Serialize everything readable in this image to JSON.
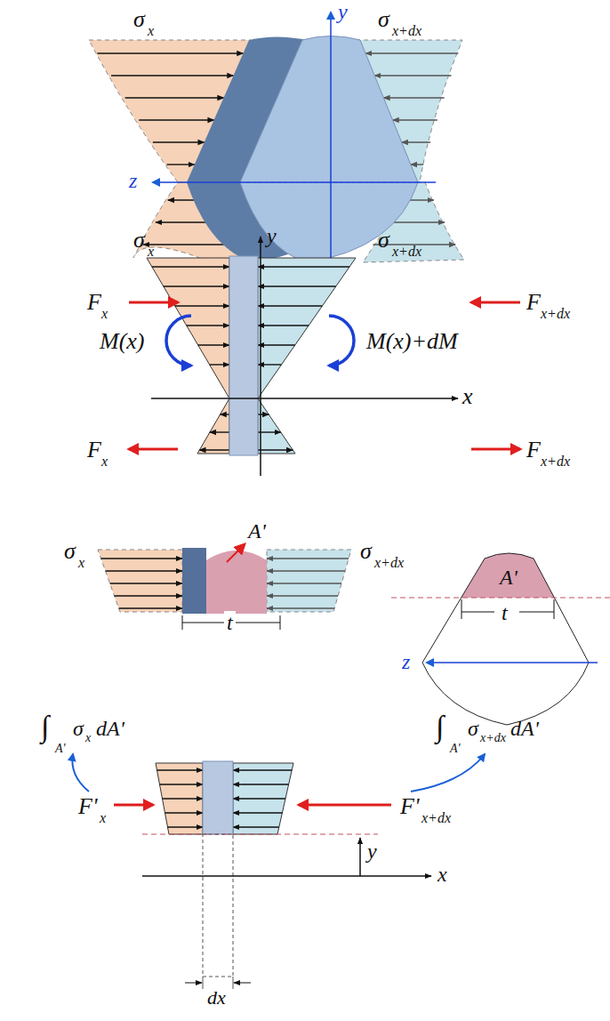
{
  "diagram": {
    "labels": [
      "σ",
      "x",
      "σ",
      "x+dx",
      "y",
      "z",
      "y",
      "σ",
      "x",
      "σ",
      "x+dx",
      "F",
      "x",
      "F",
      "x+dx",
      "M(x)",
      "M(x)+dM",
      "x",
      "F",
      "x",
      "F",
      "x+dx",
      "σ",
      "x",
      "A'",
      "σ",
      "x+dx",
      "t",
      "A'",
      "t",
      "z",
      "∫",
      "A'",
      "σ",
      "x",
      "dA'",
      "∫",
      "A'",
      "σ",
      "x+dx",
      "dA'",
      "F'",
      "x",
      "F'",
      "x+dx",
      "y",
      "x",
      "dx"
    ]
  }
}
